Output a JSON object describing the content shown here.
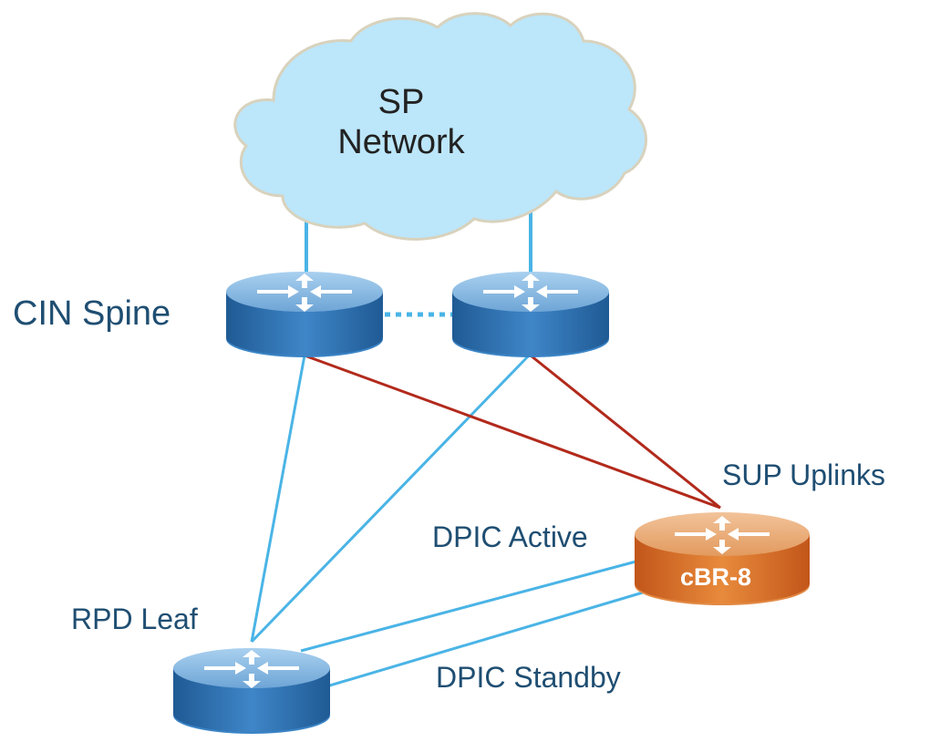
{
  "diagram": {
    "cloud": {
      "label_line1": "SP",
      "label_line2": "Network"
    },
    "nodes": {
      "spine_left": {
        "role": "CIN Spine router (left)"
      },
      "spine_right": {
        "role": "CIN Spine router (right)"
      },
      "rpd_leaf": {
        "role": "RPD Leaf router"
      },
      "cbr8": {
        "label": "cBR-8"
      }
    },
    "labels": {
      "cin_spine": "CIN Spine",
      "rpd_leaf": "RPD Leaf",
      "sup_uplinks": "SUP Uplinks",
      "dpic_active": "DPIC Active",
      "dpic_standby": "DPIC Standby"
    },
    "links": [
      {
        "from": "cloud",
        "to": "spine_left",
        "style": "solid",
        "color": "#4ab4e6"
      },
      {
        "from": "cloud",
        "to": "spine_right",
        "style": "solid",
        "color": "#4ab4e6"
      },
      {
        "from": "spine_left",
        "to": "spine_right",
        "style": "dotted",
        "color": "#4ab4e6"
      },
      {
        "from": "spine_left",
        "to": "rpd_leaf",
        "style": "solid",
        "color": "#4ab4e6"
      },
      {
        "from": "spine_right",
        "to": "rpd_leaf",
        "style": "solid",
        "color": "#4ab4e6"
      },
      {
        "from": "spine_left",
        "to": "cbr8",
        "style": "solid",
        "color": "#b22a1c",
        "label": "SUP Uplinks"
      },
      {
        "from": "spine_right",
        "to": "cbr8",
        "style": "solid",
        "color": "#b22a1c",
        "label": "SUP Uplinks"
      },
      {
        "from": "rpd_leaf",
        "to": "cbr8",
        "style": "solid",
        "color": "#4ab4e6",
        "label": "DPIC Active"
      },
      {
        "from": "rpd_leaf",
        "to": "cbr8",
        "style": "solid",
        "color": "#4ab4e6",
        "label": "DPIC Standby"
      }
    ],
    "colors": {
      "cloud_fill": "#bce6fa",
      "cloud_stroke": "#d8d2bd",
      "router_blue": "#2f6fae",
      "router_orange": "#d8742c",
      "link_blue": "#4ab4e6",
      "link_red": "#b22a1c",
      "label_text": "#1f4e72"
    }
  }
}
